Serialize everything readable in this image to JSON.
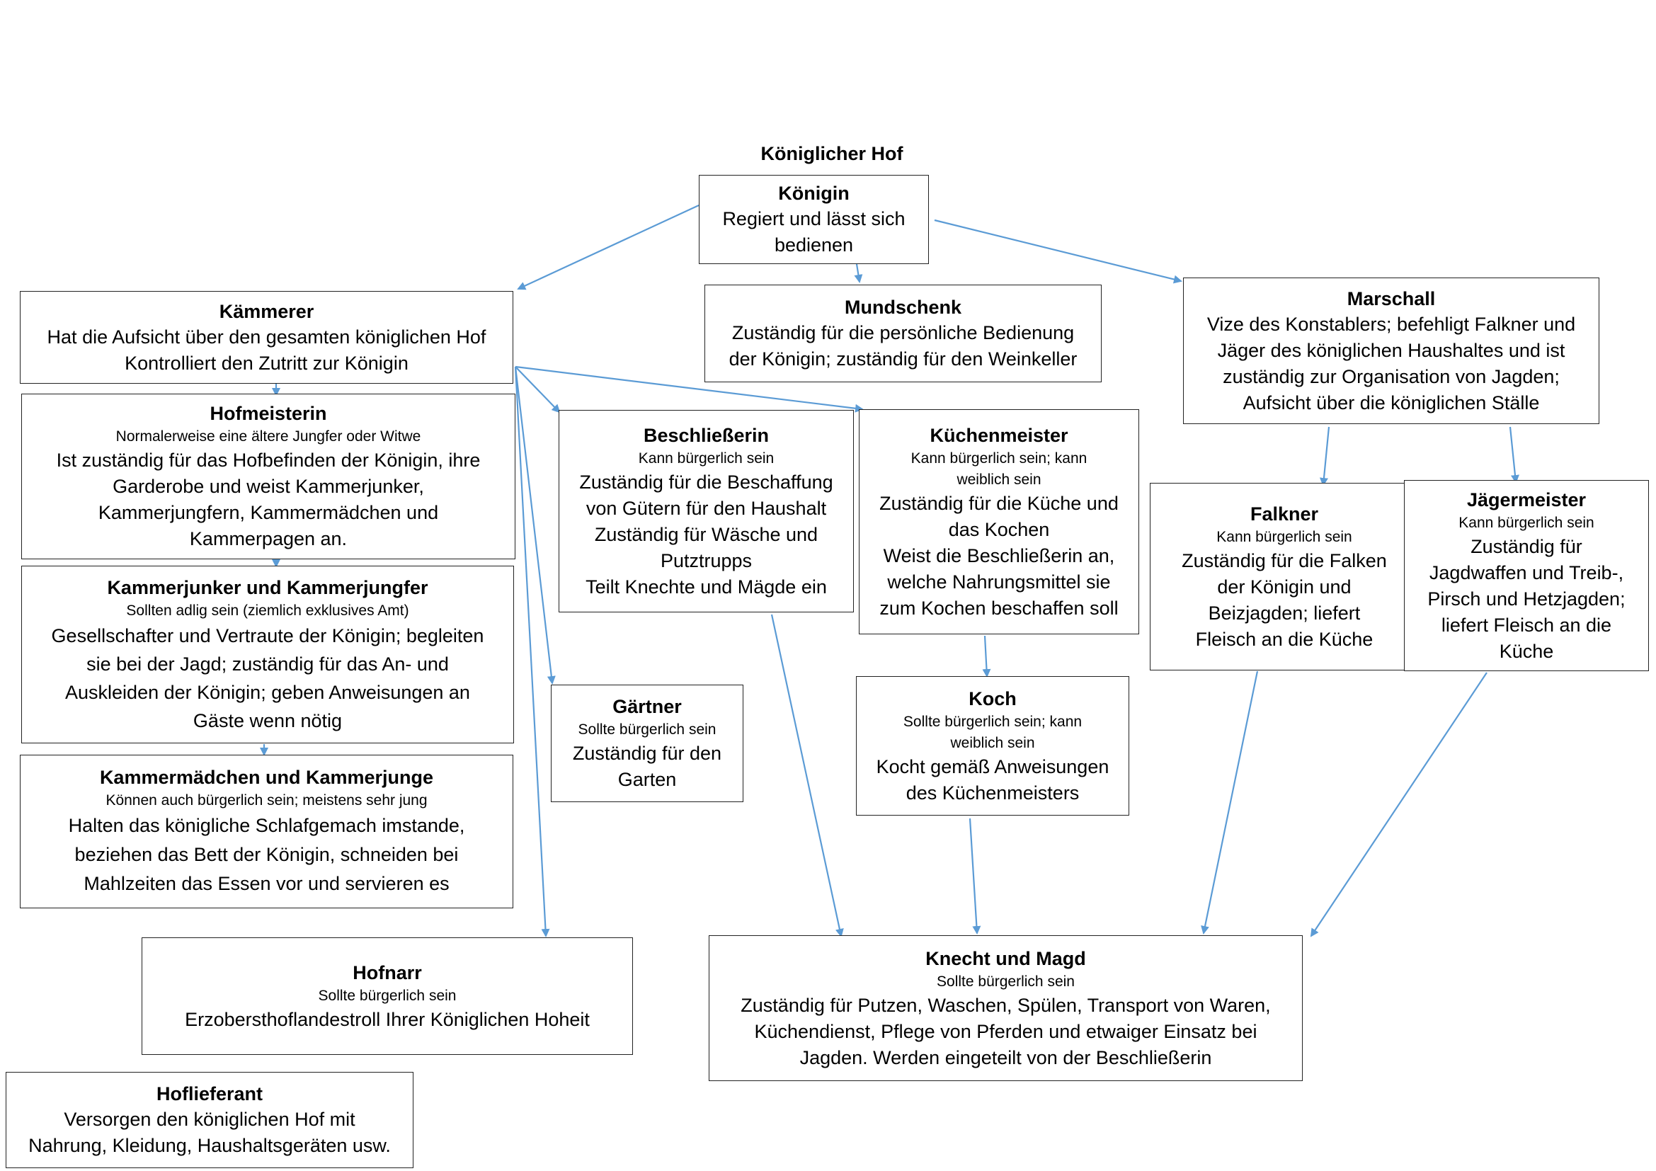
{
  "title": "Königlicher Hof",
  "colors": {
    "arrow": "#5b9bd5",
    "border": "#222222"
  },
  "nodes": {
    "koenigin": {
      "title": "Königin",
      "desc": "Regiert und lässt sich\nbedienen"
    },
    "kaemmerer": {
      "title": "Kämmerer",
      "desc": "Hat die Aufsicht über den gesamten königlichen Hof\nKontrolliert den Zutritt zur Königin"
    },
    "mundschenk": {
      "title": "Mundschenk",
      "desc": "Zuständig für die persönliche Bedienung\nder Königin; zuständig für den Weinkeller"
    },
    "marschall": {
      "title": "Marschall",
      "desc": "Vize des Konstablers; befehligt Falkner und\nJäger des königlichen Haushaltes und ist\nzuständig zur Organisation von Jagden;\nAufsicht über die königlichen Ställe"
    },
    "hofmeisterin": {
      "title": "Hofmeisterin",
      "note": "Normalerweise eine ältere Jungfer oder Witwe",
      "desc": "Ist zuständig für das Hofbefinden der Königin, ihre\nGarderobe und weist Kammerjunker,\nKammerjungfern, Kammermädchen und\nKammerpagen an."
    },
    "beschliesserin": {
      "title": "Beschließerin",
      "note": "Kann bürgerlich sein",
      "desc": "Zuständig für die Beschaffung\nvon Gütern für den Haushalt\nZuständig für Wäsche und\nPutztrupps\nTeilt Knechte und Mägde ein"
    },
    "kuechenmeister": {
      "title": "Küchenmeister",
      "note": "Kann bürgerlich sein; kann\nweiblich sein",
      "desc": "Zuständig für die Küche und\ndas Kochen\nWeist die Beschließerin an,\nwelche Nahrungsmittel sie\nzum Kochen beschaffen soll"
    },
    "falkner": {
      "title": "Falkner",
      "note": "Kann bürgerlich sein",
      "desc": "Zuständig für die Falken\nder Königin und\nBeizjagden; liefert\nFleisch an die Küche"
    },
    "jaegermeister": {
      "title": "Jägermeister",
      "note": "Kann bürgerlich sein",
      "desc": "Zuständig für\nJagdwaffen und Treib-,\nPirsch und Hetzjagden;\nliefert Fleisch an die\nKüche"
    },
    "kammerjunker": {
      "title": "Kammerjunker und Kammerjungfer",
      "note": "Sollten adlig sein (ziemlich exklusives Amt)",
      "desc": "Gesellschafter und Vertraute der Königin; begleiten\nsie bei der Jagd; zuständig für das An- und\nAuskleiden der Königin; geben Anweisungen an\nGäste wenn nötig"
    },
    "gaertner": {
      "title": "Gärtner",
      "note": "Sollte bürgerlich sein",
      "desc": "Zuständig für den\nGarten"
    },
    "koch": {
      "title": "Koch",
      "note": "Sollte bürgerlich sein; kann\nweiblich sein",
      "desc": "Kocht gemäß Anweisungen\ndes Küchenmeisters"
    },
    "kammermaedchen": {
      "title": "Kammermädchen und Kammerjunge",
      "note": "Können auch bürgerlich sein; meistens sehr jung",
      "desc": "Halten das königliche Schlafgemach imstande,\nbeziehen das Bett der Königin, schneiden bei\nMahlzeiten das Essen vor und servieren es"
    },
    "hofnarr": {
      "title": "Hofnarr",
      "note": "Sollte bürgerlich sein",
      "desc": "Erzobersthoflandestroll Ihrer Königlichen Hoheit"
    },
    "knecht": {
      "title": "Knecht und Magd",
      "note": "Sollte bürgerlich sein",
      "desc": "Zuständig für Putzen, Waschen, Spülen, Transport von Waren,\nKüchendienst, Pflege von Pferden und etwaiger Einsatz bei\nJagden. Werden eingeteilt von der Beschließerin"
    },
    "hoflieferant": {
      "title": "Hoflieferant",
      "desc": "Versorgen den königlichen Hof mit\nNahrung, Kleidung, Haushaltsgeräten usw."
    }
  }
}
